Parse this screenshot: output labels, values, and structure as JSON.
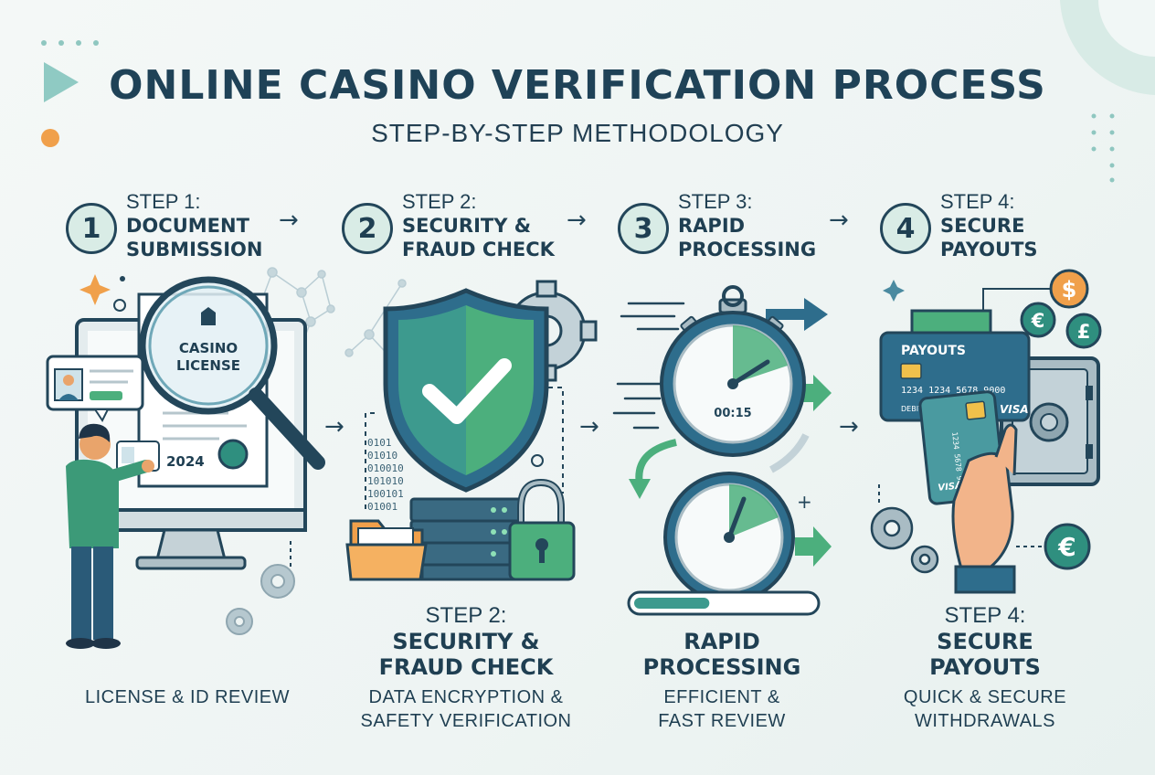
{
  "header": {
    "title": "ONLINE CASINO VERIFICATION PROCESS",
    "subtitle": "STEP-BY-STEP METHODOLOGY"
  },
  "arrow_glyph": "→",
  "steps": [
    {
      "number": "1",
      "label": "STEP 1:",
      "title_line1": "DOCUMENT",
      "title_line2": "SUBMISSION",
      "caption_line1": "LICENSE & ID REVIEW",
      "caption_line2": ""
    },
    {
      "number": "2",
      "label": "STEP 2:",
      "title_line1": "SECURITY &",
      "title_line2": "FRAUD CHECK",
      "lower_label": "STEP 2:",
      "lower_line1": "SECURITY &",
      "lower_line2": "FRAUD CHECK",
      "caption_line1": "DATA ENCRYPTION &",
      "caption_line2": "SAFETY VERIFICATION"
    },
    {
      "number": "3",
      "label": "STEP 3:",
      "title_line1": "RAPID",
      "title_line2": "PROCESSING",
      "lower_line1": "RAPID",
      "lower_line2": "PROCESSING",
      "caption_line1": "EFFICIENT &",
      "caption_line2": "FAST REVIEW"
    },
    {
      "number": "4",
      "label": "STEP 4:",
      "title_line1": "SECURE",
      "title_line2": "PAYOUTS",
      "lower_label": "STEP 4:",
      "lower_line1": "SECURE",
      "lower_line2": "PAYOUTS",
      "caption_line1": "QUICK & SECURE",
      "caption_line2": "WITHDRAWALS"
    }
  ],
  "illustrations": {
    "license_line1": "CASINO",
    "license_line2": "LICENSE",
    "license_year": "2024",
    "timer_readout": "00:15",
    "progress_fraction": 0.42,
    "binary_lines": [
      "0101",
      "01010",
      "010010",
      "101010",
      "100101",
      "01001"
    ],
    "payout_card_label": "PAYOUTS",
    "card_number": "1234 1234 5678 9000",
    "card_debit": "DEBIT",
    "card_brand": "VISA",
    "card_vertical_number": "1234 5678 9000",
    "currency_dollar": "$",
    "currency_euro": "€",
    "currency_pound": "£"
  },
  "colors": {
    "navy": "#1f4257",
    "teal": "#2f8f7f",
    "green": "#4caf7d",
    "orange": "#f0a04b",
    "mint": "#d9ece6"
  }
}
